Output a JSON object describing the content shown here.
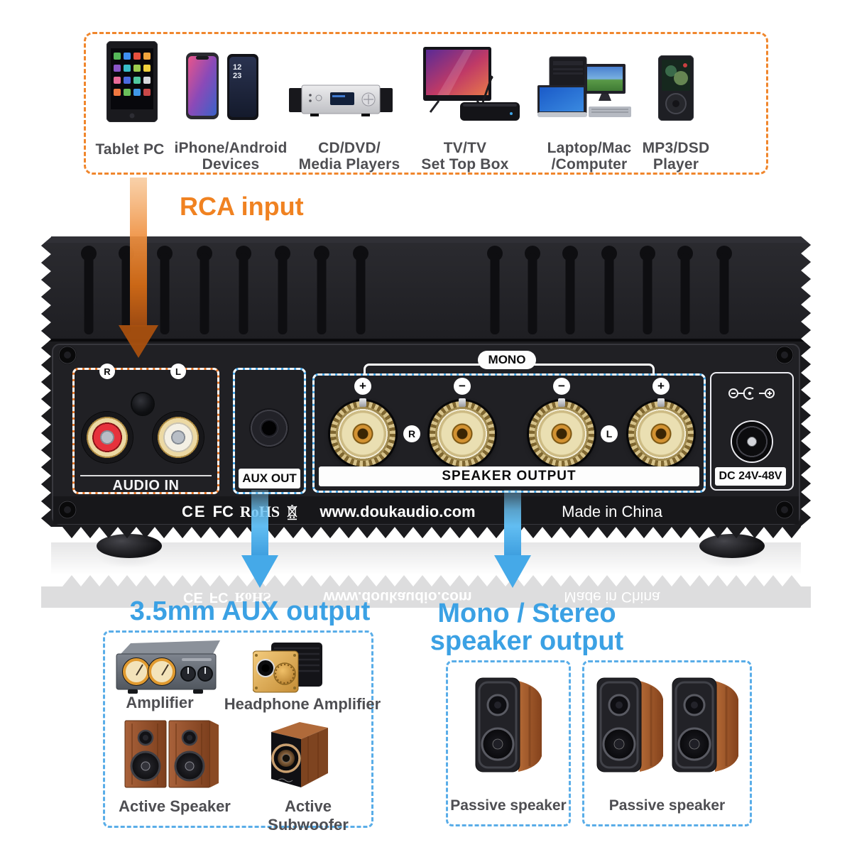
{
  "sources": {
    "items": [
      {
        "label": "Tablet PC",
        "icon": "tablet-icon"
      },
      {
        "label": "iPhone/Android\nDevices",
        "icon": "smartphones-icon"
      },
      {
        "label": "CD/DVD/\nMedia Players",
        "icon": "cd-player-icon"
      },
      {
        "label": "TV/TV\nSet Top Box",
        "icon": "tv-settopbox-icon"
      },
      {
        "label": "Laptop/Mac\n/Computer",
        "icon": "computer-icon"
      },
      {
        "label": "MP3/DSD\nPlayer",
        "icon": "mp3-player-icon"
      }
    ],
    "phone_clock_hour": "12",
    "phone_clock_minute": "23"
  },
  "annotations": {
    "rca_input": "RCA input",
    "aux_output": "3.5mm AUX output",
    "speaker_output": "Mono / Stereo\nspeaker output"
  },
  "amplifier": {
    "audio_in": {
      "title": "AUDIO IN",
      "right": "R",
      "left": "L"
    },
    "aux_out": {
      "title": "AUX OUT"
    },
    "speaker_output": {
      "title": "SPEAKER OUTPUT",
      "mono": "MONO",
      "terminals": [
        "+",
        "−",
        "−",
        "+"
      ],
      "right": "R",
      "left": "L"
    },
    "dc_input": {
      "label": "DC 24V-48V"
    },
    "bottom_strip": {
      "ce": "CE",
      "fcc": "FC",
      "rohs": "RoHS",
      "website": "www.doukaudio.com",
      "origin": "Made in China"
    }
  },
  "aux_devices": {
    "items": [
      {
        "label": "Amplifier"
      },
      {
        "label": "Headphone Amplifier"
      },
      {
        "label": "Active Speaker"
      },
      {
        "label": "Active Subwoofer"
      }
    ]
  },
  "passive_boxes": {
    "items": [
      {
        "label": "Passive speaker"
      },
      {
        "label": "Passive speaker"
      }
    ]
  },
  "colors": {
    "accent_orange": "#f08221",
    "accent_blue": "#42a5e5",
    "label_gray": "#4e4e52",
    "chassis_black": "#1d1d20",
    "terminal_gold": "#e4d09a",
    "wood_brown": "#9a5a32"
  }
}
